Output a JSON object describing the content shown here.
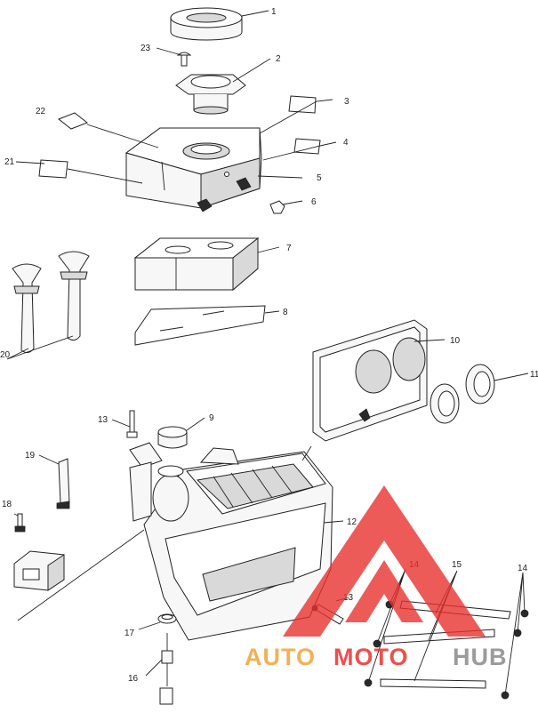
{
  "callouts": {
    "c1": "1",
    "c2": "2",
    "c3": "3",
    "c4": "4",
    "c5": "5",
    "c6": "6",
    "c7": "7",
    "c8": "8",
    "c9": "9",
    "c10": "10",
    "c11": "11",
    "c12": "12",
    "c13a": "13",
    "c13b": "13",
    "c14a": "14",
    "c14b": "14",
    "c15": "15",
    "c16": "16",
    "c17": "17",
    "c18": "18",
    "c19": "19",
    "c20": "20",
    "c21": "21",
    "c22": "22",
    "c23": "23"
  },
  "watermark": {
    "part1": "AUTO",
    "part2": "MOTO",
    "part3": "HUB",
    "color_red": "#e8322f",
    "color_orange": "#f2a33a",
    "color_grey": "#8a8a8a"
  }
}
